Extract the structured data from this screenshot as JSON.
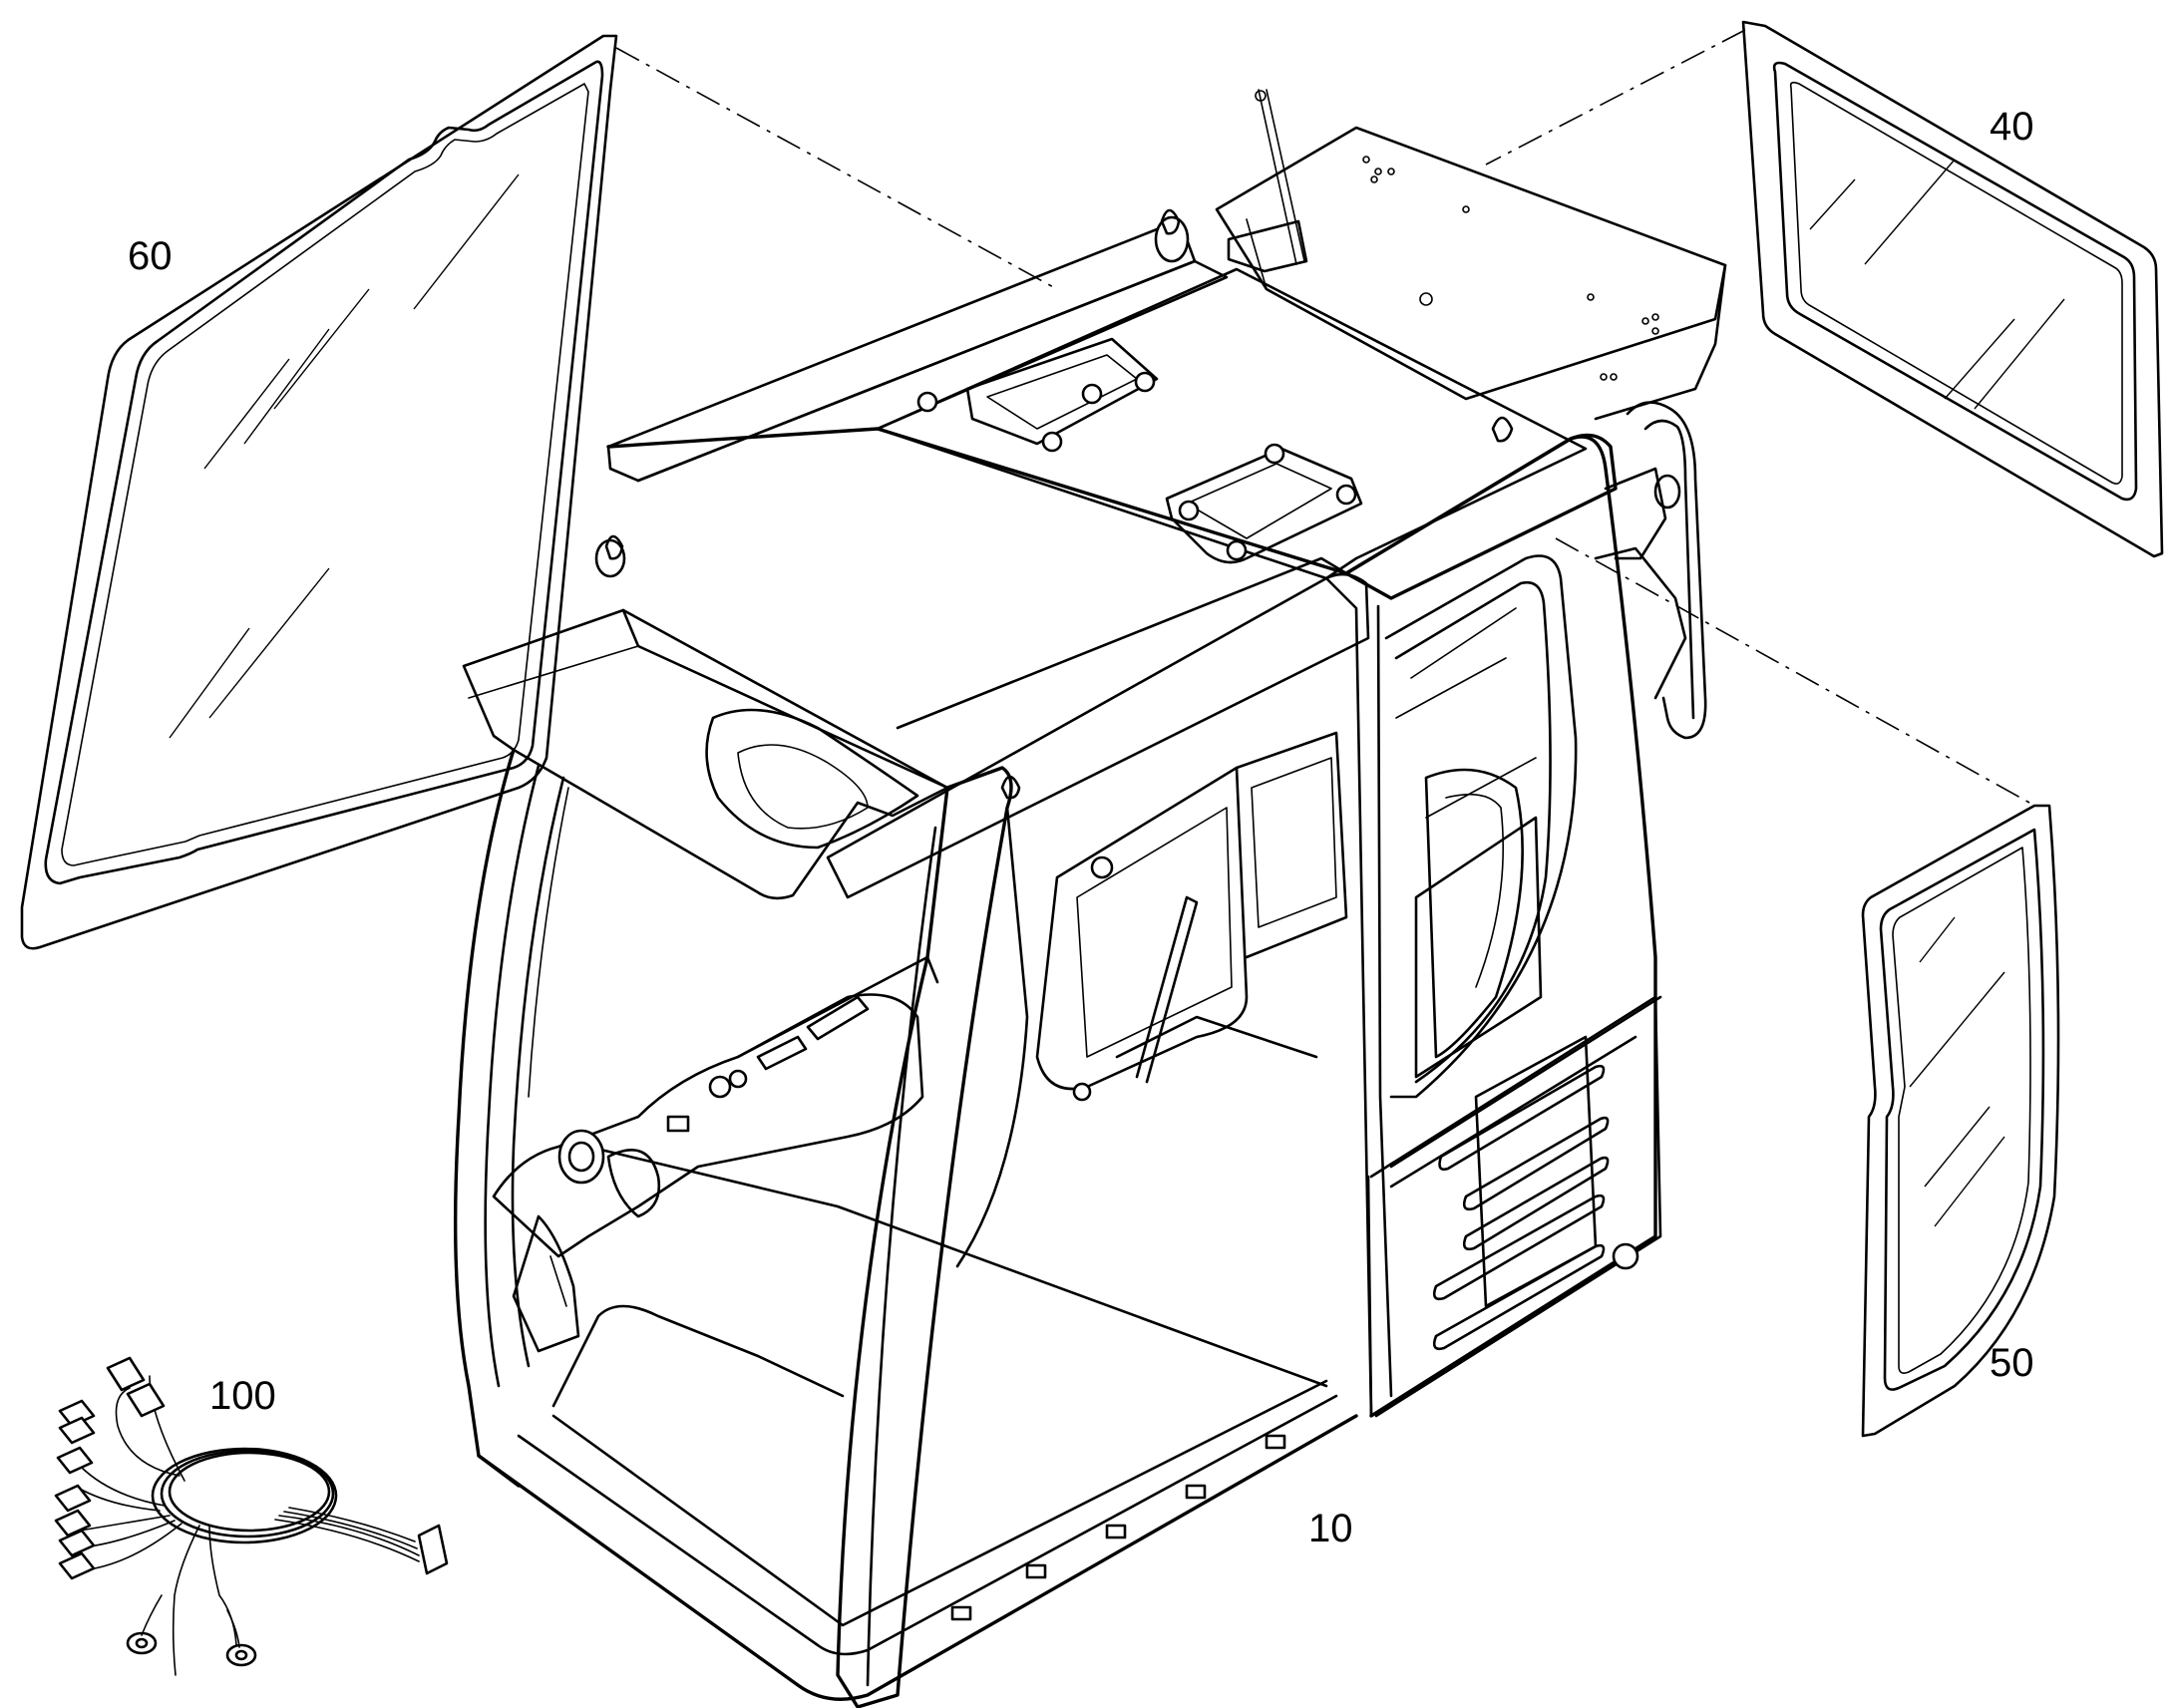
{
  "parts": [
    {
      "id": "part-10",
      "label": "10"
    },
    {
      "id": "part-40",
      "label": "40"
    },
    {
      "id": "part-50",
      "label": "50"
    },
    {
      "id": "part-60",
      "label": "60"
    },
    {
      "id": "part-100",
      "label": "100"
    }
  ]
}
